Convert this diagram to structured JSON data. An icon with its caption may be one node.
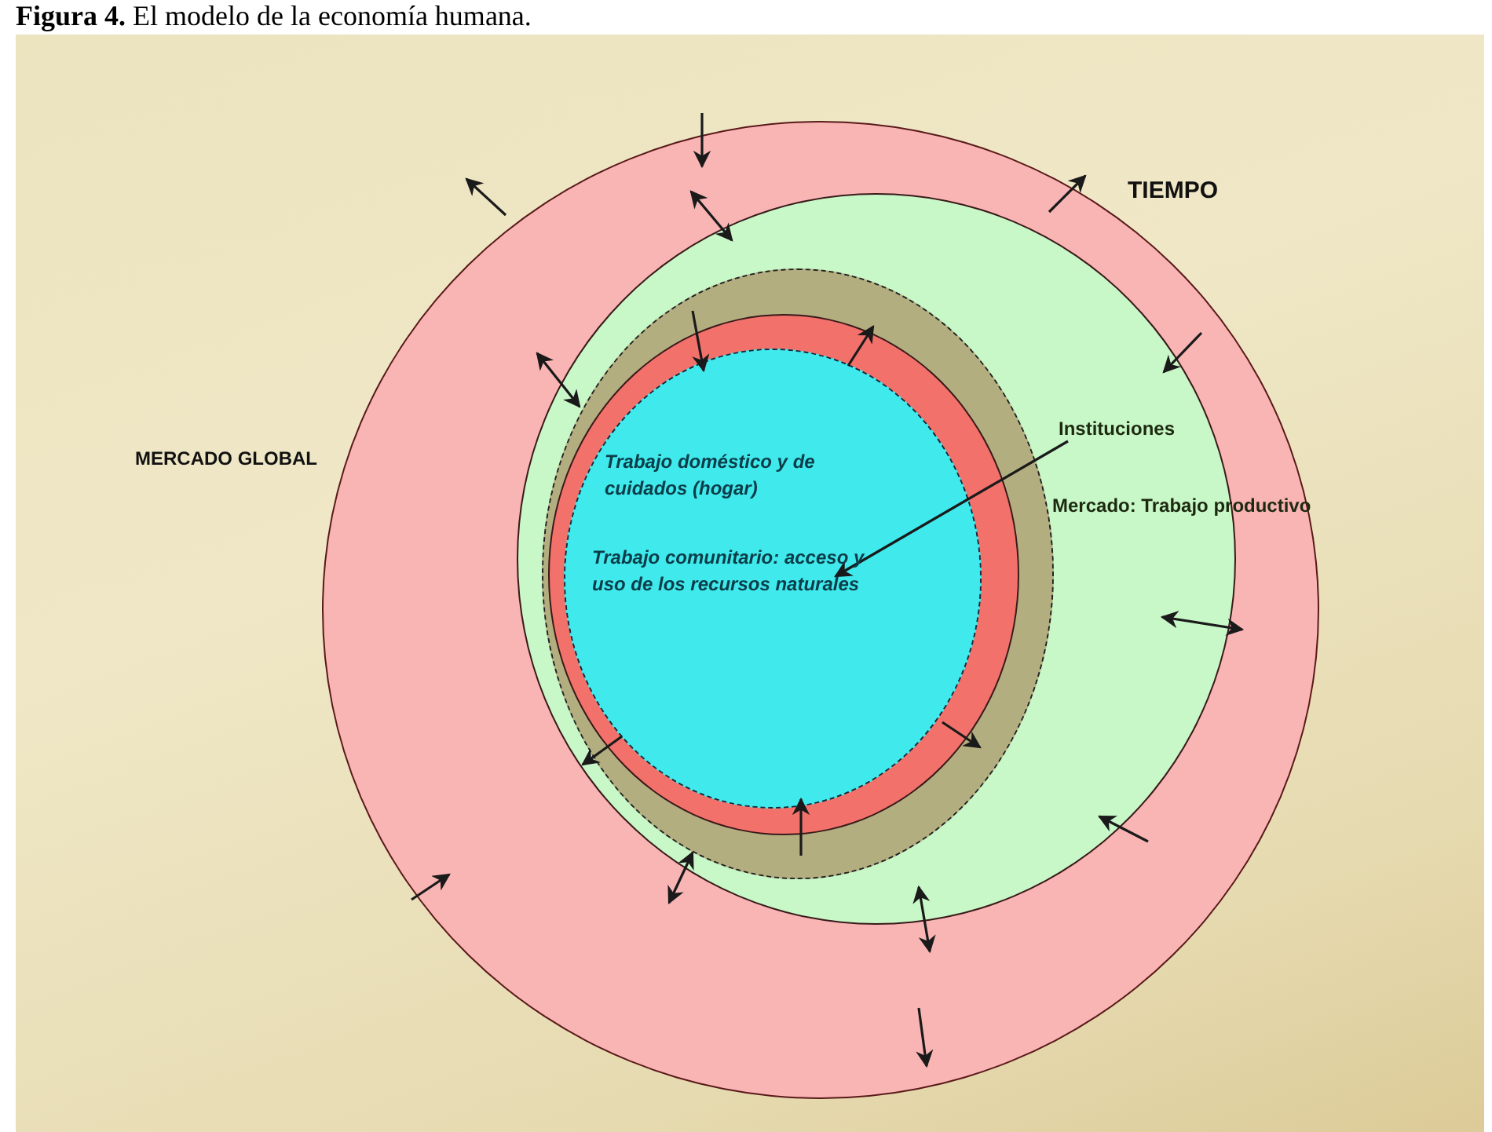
{
  "diagram": {
    "caption": "**Figura 4.** El modelo de la economía humana.",
    "nodes": [
      {
        "text": [
          "MERCADO GLOBAL"
        ]
      },
      {
        "text": [
          "Mercado: Trabajo productivo"
        ],
        "in": 0
      },
      {
        "text": [],
        "shape": "circle",
        "in": 1
      },
      {
        "text": [],
        "shape": "circle",
        "in": 2
      },
      {
        "text": [
          "Trabajo doméstico y de cuidados (hogar)",
          "Trabajo comunitario: acceso y uso de los recursos naturales"
        ],
        "in": 3
      },
      {
        "text": [
          "Instituciones"
        ],
        "in": 1
      }
    ],
    "edges": [
      {
        "from": 5,
        "to": 4,
        "arrow": "to"
      },
      {
        "from": 0,
        "to": 1,
        "arrow": "to"
      },
      {
        "from": 1,
        "to": 2,
        "arrow": "both"
      },
      {
        "from": 3,
        "to": 4,
        "arrow": "both"
      },
      {
        "from": 3,
        "to": 4,
        "arrow": "to"
      },
      {
        "from": 2,
        "to": 3,
        "arrow": "both"
      },
      {
        "from": 1,
        "to": 2,
        "arrow": "both"
      }
    ],
    "labels": [
      "TIEMPO"
    ]
  }
}
